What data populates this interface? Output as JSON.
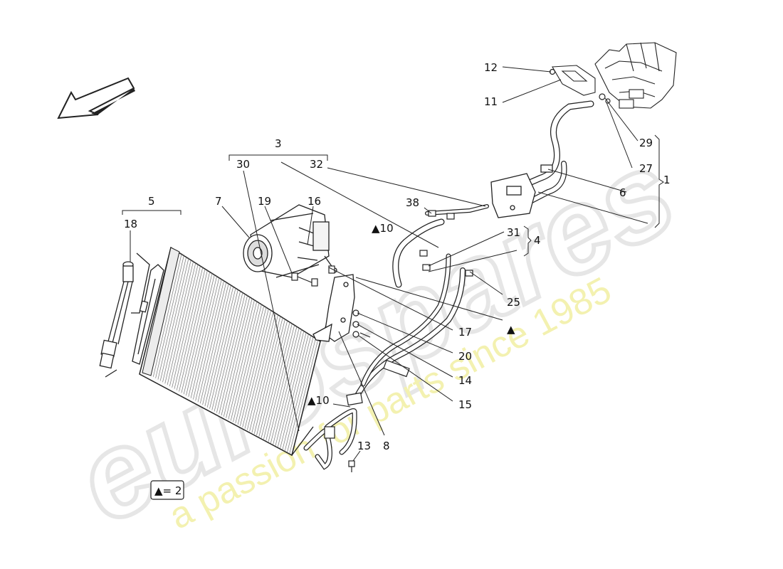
{
  "watermark": {
    "brand": "eurospares",
    "tagline": "a passion for parts since 1985"
  },
  "callouts": {
    "c1": "1",
    "c3": "3",
    "c4": "4",
    "c5": "5",
    "c6": "6",
    "c7": "7",
    "c8": "8",
    "c10a": "▲10",
    "c10b": "▲10",
    "c11": "11",
    "c12": "12",
    "c13": "13",
    "c14": "14",
    "c15": "15",
    "c16": "16",
    "c17": "17",
    "c18": "18",
    "c19": "19",
    "c20": "20",
    "c25": "25",
    "c27": "27",
    "c29": "29",
    "c30": "30",
    "c31": "31",
    "c32": "32",
    "c38": "38",
    "triangle": "▲"
  },
  "legend": {
    "text": "▲= 2"
  },
  "colors": {
    "line": "#222222",
    "watermark_gray": "#e6e6e6",
    "watermark_yellow": "#f2f0a8"
  }
}
